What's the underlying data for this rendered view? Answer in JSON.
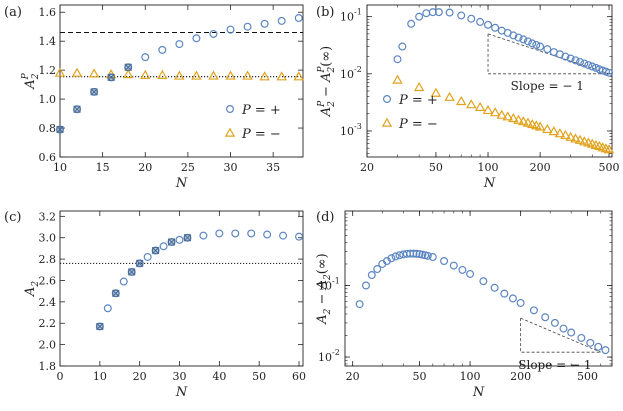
{
  "colors": {
    "blue": "#5b86c3",
    "orange": "#e1a21c",
    "hatch": "#4a6d99",
    "axis": "#222222"
  },
  "chart_data": [
    {
      "id": "a",
      "panel_label": "(a)",
      "type": "scatter",
      "xscale": "linear",
      "yscale": "linear",
      "xlim": [
        10,
        38.5
      ],
      "ylim": [
        0.6,
        1.65
      ],
      "xticks": [
        10,
        15,
        20,
        25,
        30,
        35
      ],
      "xtick_labels": [
        "10",
        "15",
        "20",
        "25",
        "30",
        "35"
      ],
      "yticks": [
        0.6,
        0.8,
        1.0,
        1.2,
        1.4,
        1.6
      ],
      "ytick_labels": [
        "0.6",
        "0.8",
        "1.0",
        "1.2",
        "1.4",
        "1.6"
      ],
      "xlabel": "N",
      "ylabel": "A",
      "ylabel_sub": "2",
      "ylabel_sup": "P",
      "hlines": [
        {
          "y": 1.46,
          "style": "dashed"
        },
        {
          "y": 1.155,
          "style": "dotted"
        }
      ],
      "series": [
        {
          "name": "P = +",
          "marker": "circle",
          "color": "blue",
          "x": [
            10,
            12,
            14,
            16,
            18,
            20,
            22,
            24,
            26,
            28,
            30,
            32,
            34,
            36,
            38
          ],
          "y": [
            0.79,
            0.93,
            1.05,
            1.15,
            1.22,
            1.29,
            1.34,
            1.38,
            1.42,
            1.45,
            1.48,
            1.5,
            1.52,
            1.54,
            1.56
          ]
        },
        {
          "name": "P = −",
          "marker": "triangle",
          "color": "orange",
          "x": [
            10,
            12,
            14,
            16,
            18,
            20,
            22,
            24,
            26,
            28,
            30,
            32,
            34,
            36,
            38
          ],
          "y": [
            1.18,
            1.18,
            1.175,
            1.17,
            1.17,
            1.165,
            1.165,
            1.16,
            1.16,
            1.16,
            1.16,
            1.16,
            1.155,
            1.155,
            1.155
          ]
        },
        {
          "name": "",
          "marker": "cross",
          "color": "hatch",
          "x": [
            10,
            12,
            14,
            16,
            18
          ],
          "y": [
            0.79,
            0.93,
            1.05,
            1.15,
            1.22
          ]
        }
      ],
      "legend_position": "bottom-right"
    },
    {
      "id": "b",
      "panel_label": "(b)",
      "type": "scatter",
      "xscale": "log",
      "yscale": "log",
      "xlim": [
        20,
        520
      ],
      "ylim": [
        0.00035,
        0.16
      ],
      "xticks": [
        20,
        50,
        100,
        200,
        500
      ],
      "xtick_labels": [
        "20",
        "50",
        "100",
        "200",
        "500"
      ],
      "yticks": [
        0.001,
        0.01,
        0.1
      ],
      "ytick_labels": [
        "10",
        "10",
        "10"
      ],
      "ytick_exps": [
        "-3",
        "-2",
        "-1"
      ],
      "xlabel": "N",
      "ylabel": "A",
      "ylabel_sub": "2",
      "ylabel_sup": "P",
      "ylabel_tail": "(∞)",
      "annotation": "Slope = − 1",
      "series": [
        {
          "name": "P = +",
          "marker": "circle",
          "color": "blue",
          "x": [
            30,
            32,
            36,
            40,
            44,
            48,
            52,
            60,
            70,
            80,
            90,
            100,
            110,
            120,
            130,
            140,
            150,
            160,
            170,
            180,
            190,
            200,
            220,
            240,
            260,
            280,
            300,
            320,
            340,
            360,
            380,
            400,
            420,
            440,
            460,
            480,
            500
          ],
          "y": [
            0.018,
            0.03,
            0.075,
            0.1,
            0.115,
            0.12,
            0.12,
            0.118,
            0.105,
            0.092,
            0.081,
            0.072,
            0.064,
            0.057,
            0.052,
            0.047,
            0.043,
            0.04,
            0.037,
            0.034,
            0.032,
            0.03,
            0.027,
            0.024,
            0.022,
            0.02,
            0.0185,
            0.0172,
            0.0161,
            0.0151,
            0.0142,
            0.0134,
            0.0127,
            0.012,
            0.0114,
            0.0109,
            0.0104
          ]
        },
        {
          "name": "P = −",
          "marker": "triangle",
          "color": "orange",
          "x": [
            30,
            40,
            50,
            60,
            70,
            80,
            90,
            100,
            110,
            120,
            130,
            140,
            150,
            160,
            170,
            180,
            190,
            200,
            220,
            240,
            260,
            280,
            300,
            320,
            340,
            360,
            380,
            400,
            420,
            440,
            460,
            480,
            500
          ],
          "y": [
            0.0078,
            0.0058,
            0.0046,
            0.0039,
            0.0033,
            0.0029,
            0.0026,
            0.0023,
            0.0021,
            0.0019,
            0.00178,
            0.00166,
            0.00155,
            0.00146,
            0.00138,
            0.0013,
            0.00124,
            0.00118,
            0.00107,
            0.00098,
            0.0009,
            0.00084,
            0.00078,
            0.00073,
            0.00069,
            0.00065,
            0.00062,
            0.00059,
            0.00056,
            0.00054,
            0.00051,
            0.00049,
            0.00047
          ]
        }
      ],
      "legend_position": "left"
    },
    {
      "id": "c",
      "panel_label": "(c)",
      "type": "scatter",
      "xscale": "linear",
      "yscale": "linear",
      "xlim": [
        0,
        61
      ],
      "ylim": [
        1.8,
        3.25
      ],
      "xticks": [
        0,
        10,
        20,
        30,
        40,
        50,
        60
      ],
      "xtick_labels": [
        "0",
        "10",
        "20",
        "30",
        "40",
        "50",
        "60"
      ],
      "yticks": [
        1.8,
        2.0,
        2.2,
        2.4,
        2.6,
        2.8,
        3.0,
        3.2
      ],
      "ytick_labels": [
        "1.8",
        "2.0",
        "2.2",
        "2.4",
        "2.6",
        "2.8",
        "3.0",
        "3.2"
      ],
      "xlabel": "N",
      "ylabel": "A",
      "ylabel_sub": "2",
      "hlines": [
        {
          "y": 2.76,
          "style": "dotted"
        }
      ],
      "series": [
        {
          "name": "",
          "marker": "circle",
          "color": "blue",
          "x": [
            10,
            12,
            14,
            16,
            18,
            20,
            22,
            24,
            26,
            28,
            30,
            32,
            36,
            40,
            44,
            48,
            52,
            56,
            60
          ],
          "y": [
            2.17,
            2.34,
            2.48,
            2.59,
            2.68,
            2.76,
            2.82,
            2.88,
            2.92,
            2.96,
            2.98,
            3.0,
            3.02,
            3.04,
            3.04,
            3.04,
            3.03,
            3.02,
            3.01
          ]
        },
        {
          "name": "",
          "marker": "cross",
          "color": "hatch",
          "x": [
            10,
            14,
            18,
            20,
            24,
            28,
            32
          ],
          "y": [
            2.17,
            2.48,
            2.68,
            2.76,
            2.88,
            2.96,
            3.0
          ]
        }
      ]
    },
    {
      "id": "d",
      "panel_label": "(d)",
      "type": "scatter",
      "xscale": "log",
      "yscale": "log",
      "xlim": [
        18,
        700
      ],
      "ylim": [
        0.0075,
        1.1
      ],
      "xticks": [
        20,
        50,
        100,
        200,
        500
      ],
      "xtick_labels": [
        "20",
        "50",
        "100",
        "200",
        "500"
      ],
      "yticks": [
        0.01,
        0.1
      ],
      "ytick_labels": [
        "10",
        "10"
      ],
      "ytick_exps": [
        "-2",
        "-1"
      ],
      "xlabel": "N",
      "ylabel": "A",
      "ylabel_sub": "2",
      "ylabel_tail": "(∞)",
      "annotation": "Slope = − 1",
      "series": [
        {
          "name": "",
          "marker": "circle",
          "color": "blue",
          "x": [
            22,
            24,
            26,
            28,
            30,
            32,
            34,
            36,
            38,
            40,
            42,
            44,
            46,
            48,
            50,
            52,
            54,
            56,
            60,
            70,
            80,
            90,
            100,
            120,
            140,
            160,
            180,
            200,
            240,
            280,
            320,
            360,
            400,
            460,
            520,
            580,
            640
          ],
          "y": [
            0.055,
            0.1,
            0.14,
            0.17,
            0.2,
            0.22,
            0.24,
            0.255,
            0.265,
            0.272,
            0.277,
            0.279,
            0.279,
            0.278,
            0.275,
            0.27,
            0.265,
            0.26,
            0.25,
            0.22,
            0.19,
            0.165,
            0.145,
            0.115,
            0.093,
            0.077,
            0.066,
            0.057,
            0.045,
            0.036,
            0.03,
            0.025,
            0.022,
            0.0185,
            0.0158,
            0.0139,
            0.0125
          ]
        }
      ]
    }
  ],
  "legend": {
    "a": [
      {
        "text": "P = +",
        "marker": "circle"
      },
      {
        "text": "P = −",
        "marker": "triangle"
      }
    ],
    "b": [
      {
        "text": "P = +",
        "marker": "circle"
      },
      {
        "text": "P = −",
        "marker": "triangle"
      }
    ]
  }
}
